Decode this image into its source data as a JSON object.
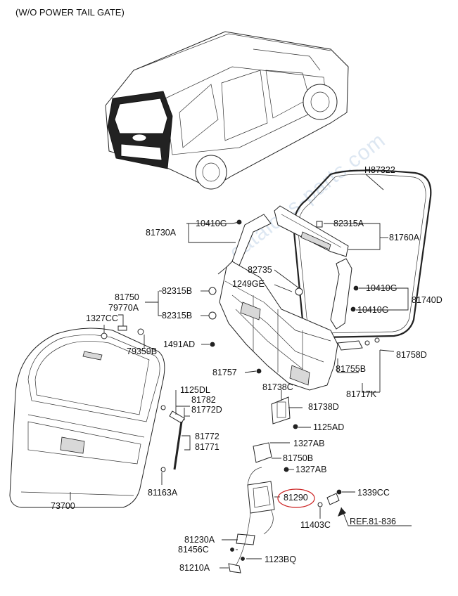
{
  "header": {
    "title": "(W/O POWER TAIL GATE)"
  },
  "watermark": "catalogs-parts.com",
  "highlight_color": "#cc2222",
  "labels": {
    "H87322": "H87322",
    "p10410G_a": "10410G",
    "p81730A": "81730A",
    "p82315A": "82315A",
    "p81760A": "81760A",
    "p82735": "82735",
    "p1249GE": "1249GE",
    "p81750": "81750",
    "p82315B_a": "82315B",
    "p82315B_b": "82315B",
    "p79770A": "79770A",
    "p1327CC": "1327CC",
    "p79359B": "79359B",
    "p10410G_b": "10410G",
    "p81740D": "81740D",
    "p10410G_c": "10410G",
    "p1491AD": "1491AD",
    "p81758D": "81758D",
    "p81757": "81757",
    "p81755B": "81755B",
    "p1125DL": "1125DL",
    "p81738C": "81738C",
    "p81717K": "81717K",
    "p81782": "81782",
    "p81772D": "81772D",
    "p81738D": "81738D",
    "p1125AD": "1125AD",
    "p81772": "81772",
    "p81771": "81771",
    "p1327AB_a": "1327AB",
    "p81750B": "81750B",
    "p1327AB_b": "1327AB",
    "p73700": "73700",
    "p81163A": "81163A",
    "p81290": "81290",
    "p1339CC": "1339CC",
    "p11403C": "11403C",
    "pREF": "REF.81-836",
    "p81230A": "81230A",
    "p81456C": "81456C",
    "p1123BQ": "1123BQ",
    "p81210A": "81210A"
  }
}
